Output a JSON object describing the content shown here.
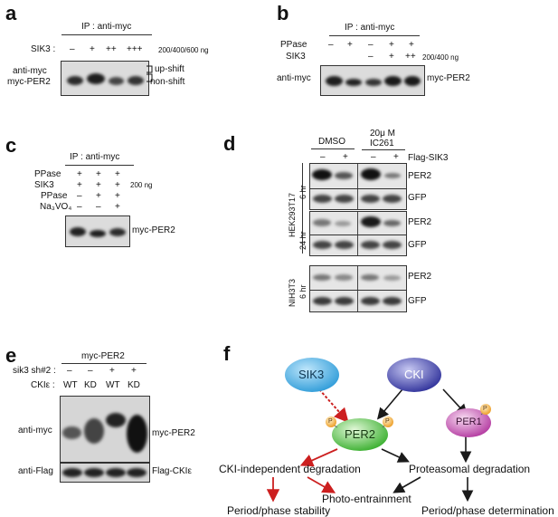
{
  "panels": {
    "a": "a",
    "b": "b",
    "c": "c",
    "d": "d",
    "e": "e",
    "f": "f"
  },
  "panel_a": {
    "ip": "IP : anti-myc",
    "sik3_label": "SIK3 :",
    "sik3_values": [
      "–",
      "+",
      "++",
      "+++"
    ],
    "dose": "200/400/600 ng",
    "left_label_1": "anti-myc",
    "left_label_2": "myc-PER2",
    "right_label_1": "up-shift",
    "right_label_2": "non-shift"
  },
  "panel_b": {
    "ip": "IP : anti-myc",
    "pp_label": "PPase",
    "pp_values": [
      "–",
      "+",
      "–",
      "+",
      "+"
    ],
    "sik3_label": "SIK3",
    "sik3_values": [
      "",
      "",
      "–",
      "+",
      "++"
    ],
    "dose": "200/400 ng",
    "left_label": "anti-myc",
    "right_label": "myc-PER2"
  },
  "panel_c": {
    "ip": "IP : anti-myc",
    "rows": [
      {
        "label": "PPase",
        "values": [
          "+",
          "+",
          "+"
        ]
      },
      {
        "label": "SIK3",
        "values": [
          "+",
          "+",
          "+"
        ]
      },
      {
        "label": "PPase",
        "values": [
          "–",
          "+",
          "+"
        ]
      },
      {
        "label": "Na₃VO₄",
        "values": [
          "–",
          "–",
          "+"
        ]
      }
    ],
    "dose": "200 ng",
    "right_label": "myc-PER2"
  },
  "panel_d": {
    "cond_1": "DMSO",
    "cond_2_line1": "20μ M",
    "cond_2_line2": "IC261",
    "flag_values": [
      "–",
      "+",
      "–",
      "+"
    ],
    "flag_label": "Flag-SIK3",
    "cell_1": "HEK293T17",
    "time_6": "6 hr",
    "time_24": "24 hr",
    "cell_2": "NIH3T3",
    "time_6b": "6 hr",
    "blots": [
      "PER2",
      "GFP",
      "PER2",
      "GFP",
      "PER2",
      "GFP"
    ]
  },
  "panel_e": {
    "top": "myc-PER2",
    "sh_label": "sik3 sh#2 :",
    "sh_values": [
      "–",
      "–",
      "+",
      "+"
    ],
    "cki_label": "CKIε :",
    "cki_values": [
      "WT",
      "KD",
      "WT",
      "KD"
    ],
    "left_1": "anti-myc",
    "right_1": "myc-PER2",
    "left_2": "anti-Flag",
    "right_2": "Flag-CKIε"
  },
  "panel_f": {
    "sik3": "SIK3",
    "cki": "CKI",
    "per2": "PER2",
    "per1": "PER1",
    "phospho": "P",
    "cki_indep": "CKI-independent degradation",
    "proteasomal": "Proteasomal degradation",
    "photo": "Photo-entrainment",
    "stability": "Period/phase stability",
    "determination": "Period/phase determination",
    "colors": {
      "sik3": "#3fa9e0",
      "cki": "#3b3fa8",
      "per2": "#4fc23f",
      "per1": "#c54bb4",
      "phospho": "#f2a93a",
      "red_arrow": "#cc1f1f",
      "black_arrow": "#1a1a1a"
    }
  }
}
